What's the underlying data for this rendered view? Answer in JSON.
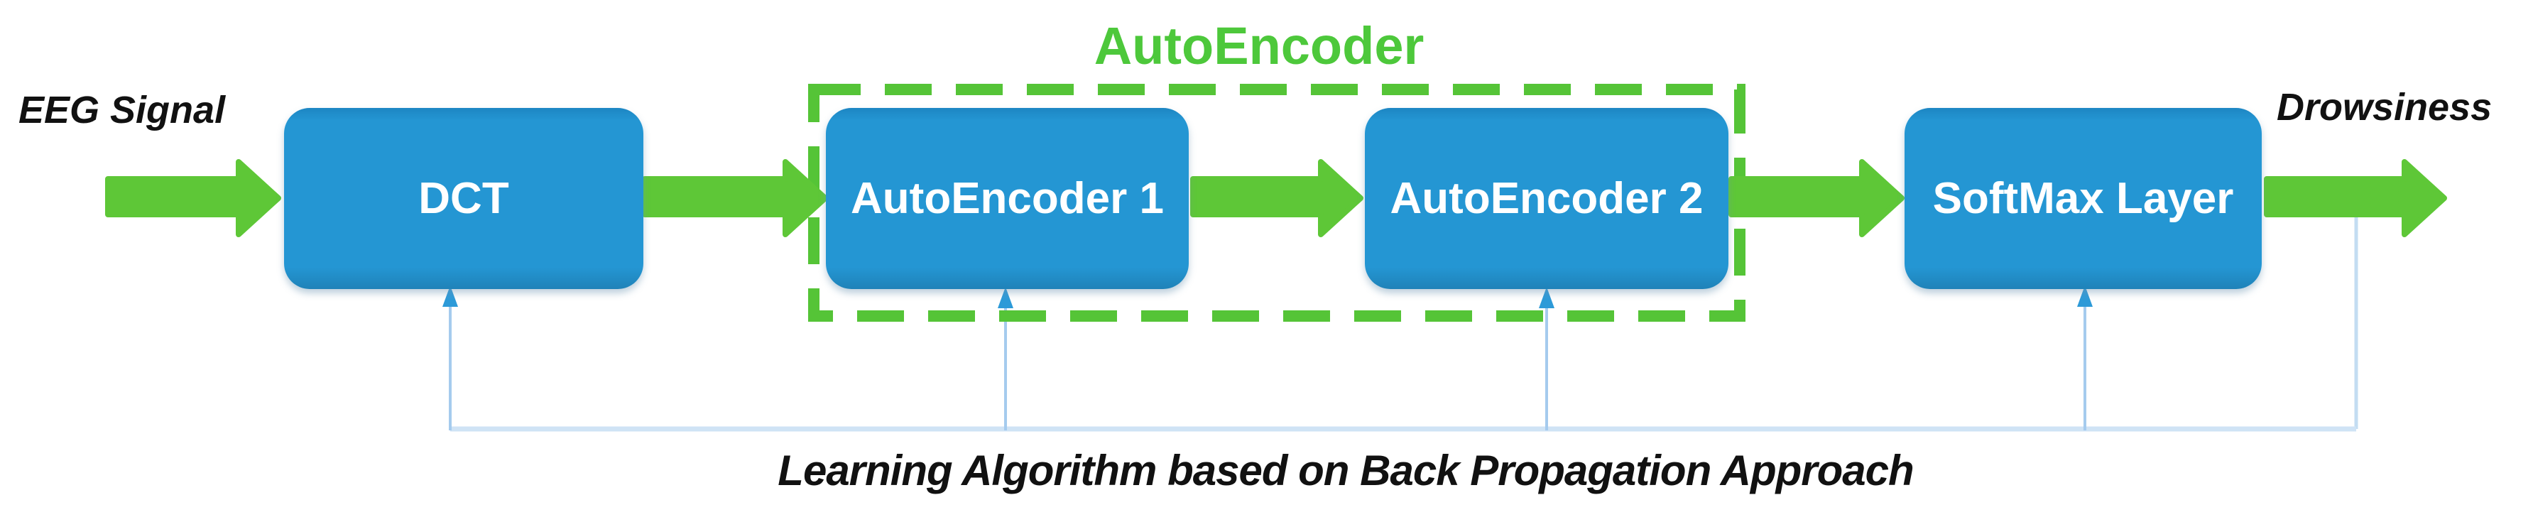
{
  "diagram": {
    "input_label": "EEG Signal",
    "output_label": "Drowsiness",
    "group_label": "AutoEncoder",
    "caption": "Learning Algorithm based on Back Propagation Approach",
    "blocks": [
      {
        "label": "DCT"
      },
      {
        "label": "AutoEncoder 1"
      },
      {
        "label": "AutoEncoder 2"
      },
      {
        "label": "SoftMax Layer"
      }
    ],
    "colors": {
      "block_fill": "#2496D3",
      "block_fill_dark": "#1D84BE",
      "block_text": "#FFFFFF",
      "flow_arrow_green": "#5EC737",
      "group_outline_green": "#55C437",
      "group_title_green": "#4DC83B",
      "feedback_rail_blue": "#CFE3F5",
      "feedback_riser_blue": "#A5CBEE",
      "feedback_arrowhead_blue": "#2D9AD8",
      "annotation_text": "#111111",
      "background": "#FFFFFF"
    }
  }
}
